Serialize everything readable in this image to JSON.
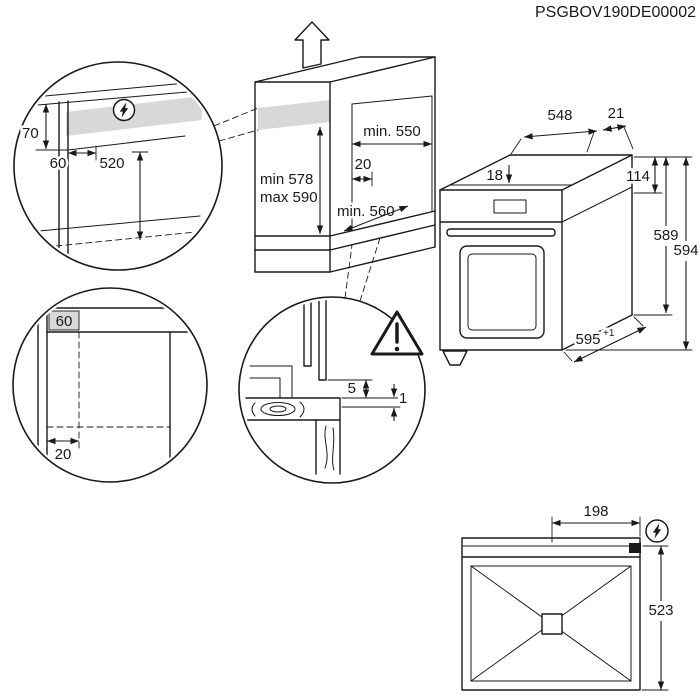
{
  "colors": {
    "line": "#1a1a1a",
    "highlight": "#d8d8d8",
    "background": "#ffffff"
  },
  "header": {
    "part_number": "PSGBOV190DE00002"
  },
  "icons": {
    "power": "lightning-bolt-in-circle",
    "warning": "exclamation-triangle",
    "insert_direction": "hollow-up-arrow"
  },
  "niche": {
    "width_label": "min. 550",
    "rear_gap_label": "20",
    "height_min_label": "min 578",
    "height_max_label": "max 590",
    "depth_label": "min. 560"
  },
  "corner_detail": {
    "top_offset_label": "70",
    "side_offset_label": "60",
    "lower_zone_label": "520"
  },
  "side_detail": {
    "front_strip_label": "60",
    "setback_label": "20"
  },
  "floor_detail": {
    "vent_gap_label": "5",
    "edge_gap_label": "1"
  },
  "oven": {
    "body_depth_label": "548",
    "door_depth_label": "21",
    "top_trim_label": "18",
    "panel_height_label": "114",
    "rear_height_label": "589",
    "front_height_label": "594",
    "width_label": "595",
    "width_tolerance_label": "+1"
  },
  "top_view": {
    "cable_offset_label": "198",
    "cable_depth_label": "523"
  }
}
